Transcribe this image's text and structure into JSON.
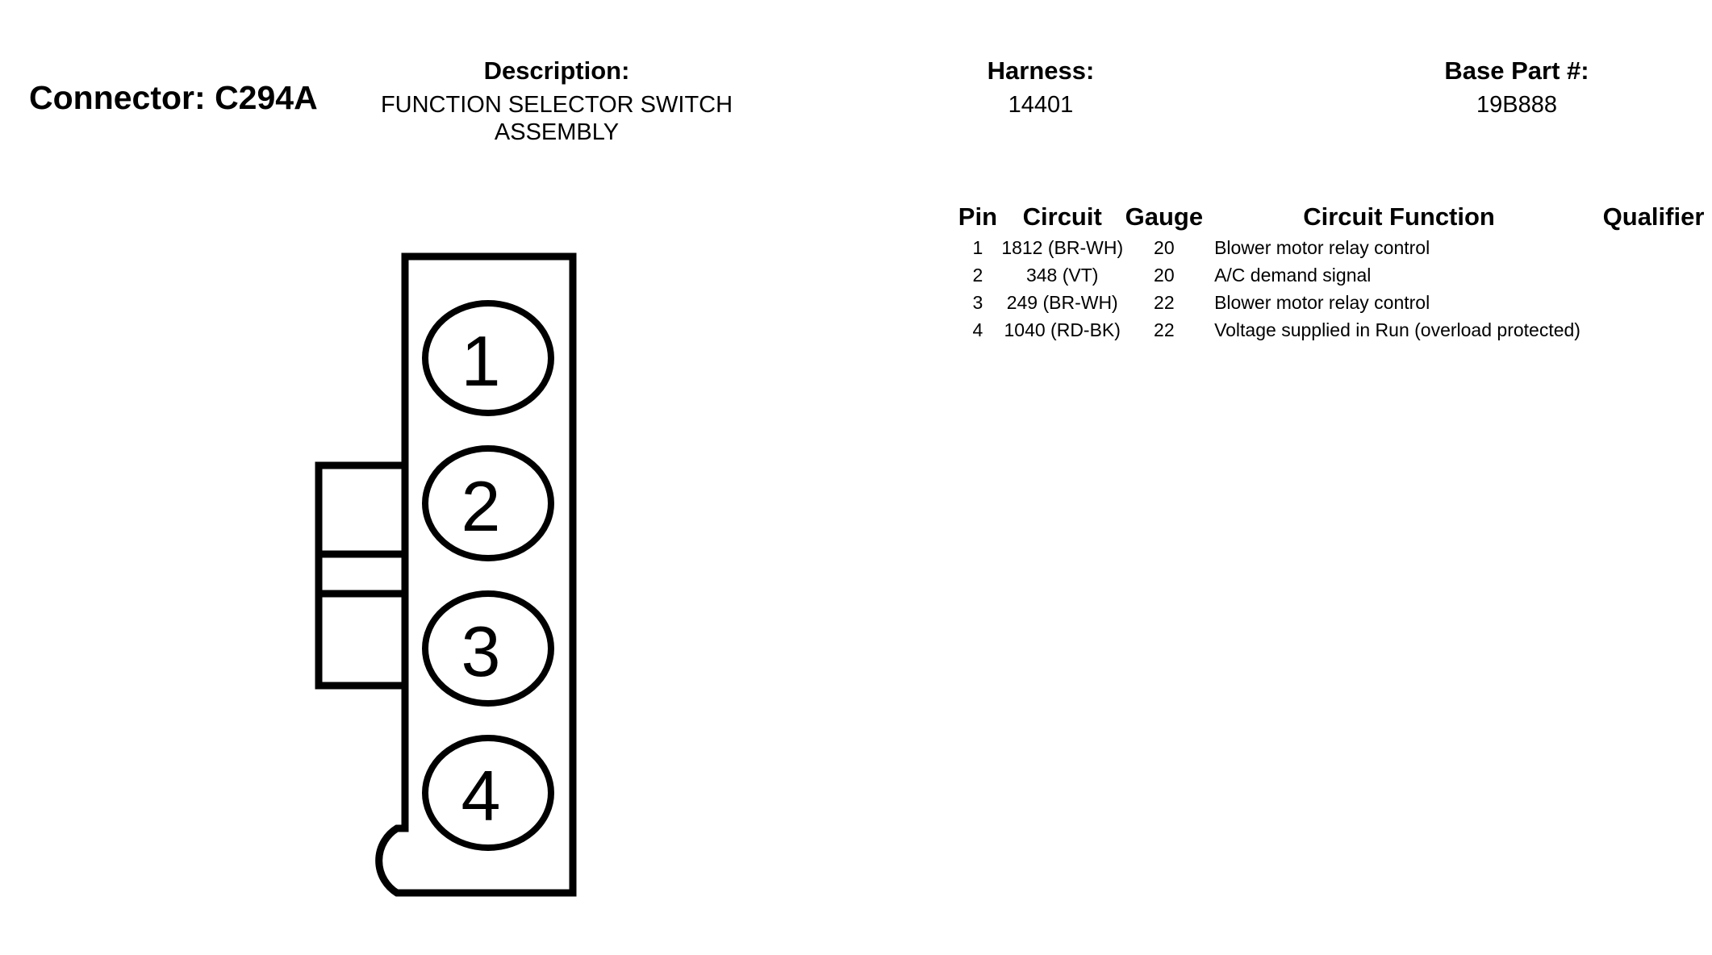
{
  "connector": {
    "label": "Connector:",
    "id": "C294A"
  },
  "description": {
    "label": "Description:",
    "line1": "FUNCTION SELECTOR SWITCH",
    "line2": "ASSEMBLY"
  },
  "harness": {
    "label": "Harness:",
    "value": "14401"
  },
  "base_part": {
    "label": "Base Part #:",
    "value": "19B888"
  },
  "table": {
    "headers": {
      "pin": "Pin",
      "circuit": "Circuit",
      "gauge": "Gauge",
      "function": "Circuit Function",
      "qualifier": "Qualifier"
    },
    "rows": [
      {
        "pin": "1",
        "circuit": "1812 (BR-WH)",
        "gauge": "20",
        "function": "Blower motor relay control",
        "qualifier": ""
      },
      {
        "pin": "2",
        "circuit": "348 (VT)",
        "gauge": "20",
        "function": "A/C demand signal",
        "qualifier": ""
      },
      {
        "pin": "3",
        "circuit": "249 (BR-WH)",
        "gauge": "22",
        "function": "Blower motor relay control",
        "qualifier": ""
      },
      {
        "pin": "4",
        "circuit": "1040 (RD-BK)",
        "gauge": "22",
        "function": "Voltage supplied in Run (overload protected)",
        "qualifier": ""
      }
    ]
  },
  "diagram": {
    "pins": [
      "1",
      "2",
      "3",
      "4"
    ]
  }
}
